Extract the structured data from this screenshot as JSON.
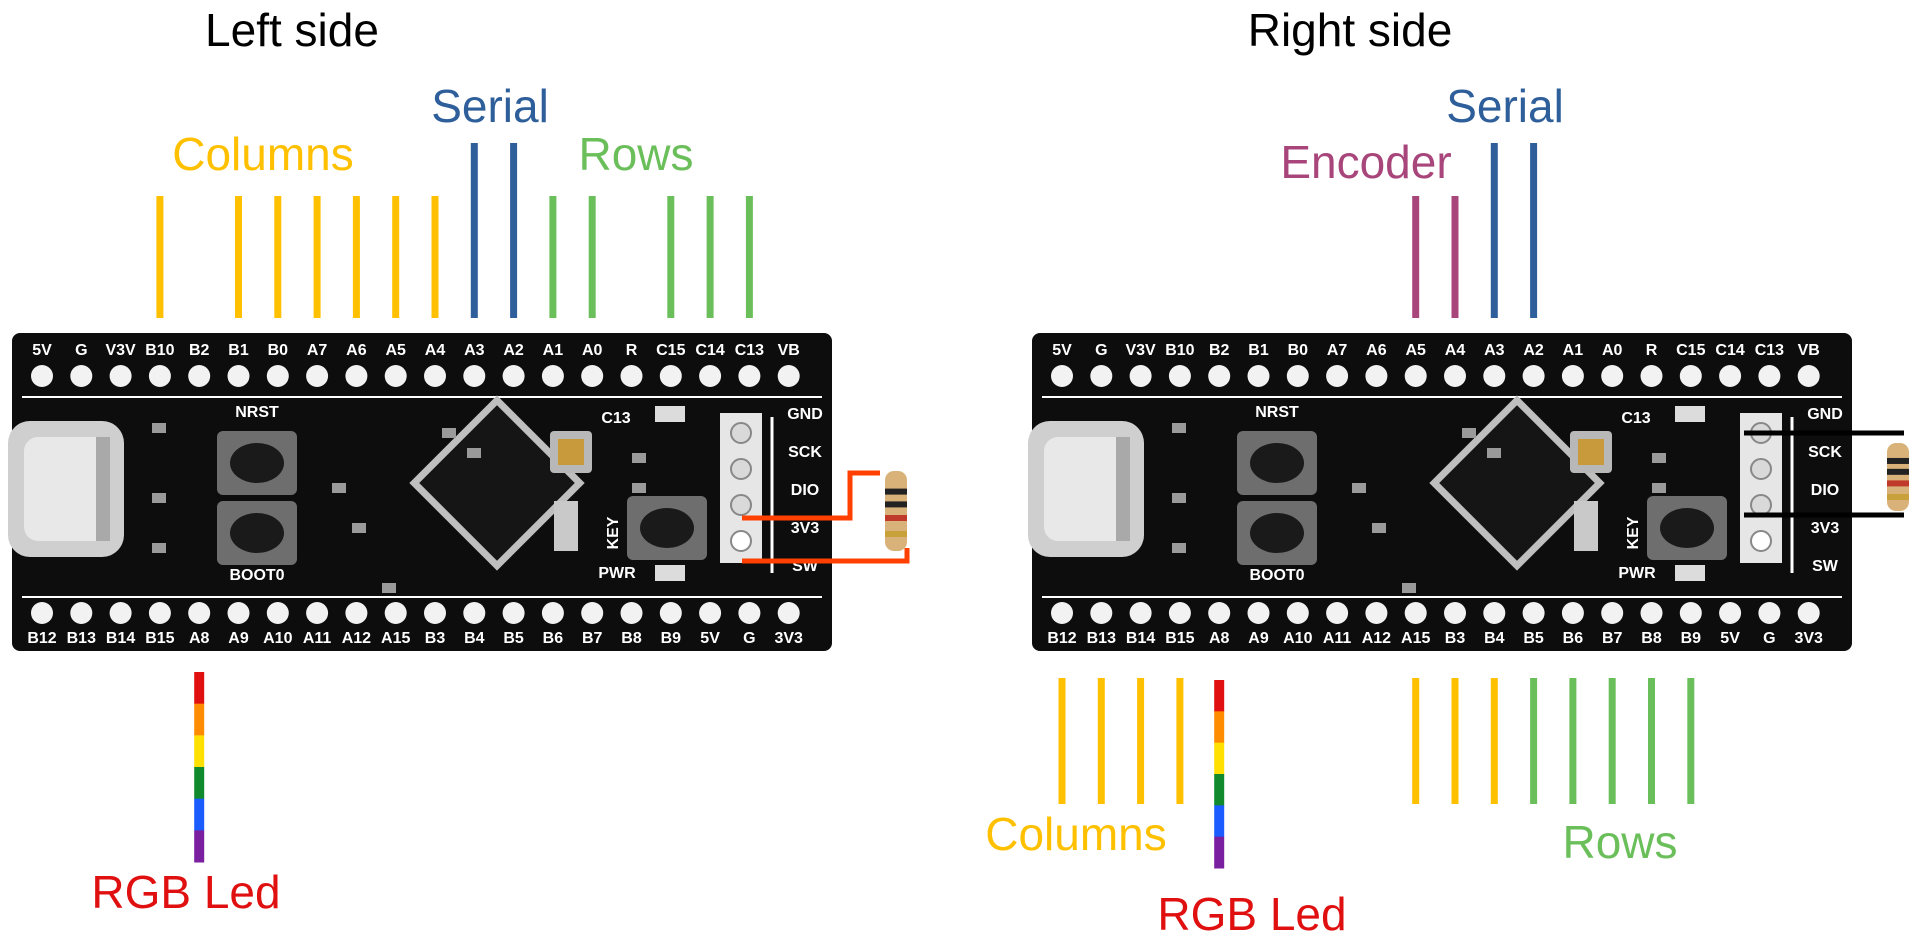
{
  "colors": {
    "columns": "#FFC000",
    "serial": "#2E5F9A",
    "rows": "#6BBF5B",
    "encoder": "#A8457A",
    "rgb_label": "#E01010",
    "board": "#0d0d0d",
    "left_wire": "#FF4000",
    "right_wire": "#000000"
  },
  "left": {
    "title": "Left side",
    "labels": {
      "columns": "Columns",
      "serial": "Serial",
      "rows": "Rows",
      "rgb": "RGB Led"
    }
  },
  "right": {
    "title": "Right side",
    "labels": {
      "columns": "Columns",
      "serial": "Serial",
      "rows": "Rows",
      "rgb": "RGB Led",
      "encoder": "Encoder"
    }
  },
  "board": {
    "top_pins": [
      "5V",
      "G",
      "V3V",
      "B10",
      "B2",
      "B1",
      "B0",
      "A7",
      "A6",
      "A5",
      "A4",
      "A3",
      "A2",
      "A1",
      "A0",
      "R",
      "C15",
      "C14",
      "C13",
      "VB"
    ],
    "bottom_pins": [
      "B12",
      "B13",
      "B14",
      "B15",
      "A8",
      "A9",
      "A10",
      "A11",
      "A12",
      "A15",
      "B3",
      "B4",
      "B5",
      "B6",
      "B7",
      "B8",
      "B9",
      "5V",
      "G",
      "3V3"
    ],
    "swd_labels": [
      "GND",
      "SCK",
      "DIO",
      "3V3",
      "SW"
    ],
    "button_labels": {
      "nrst": "NRST",
      "boot0": "BOOT0",
      "key": "KEY",
      "pwr": "PWR",
      "c13": "C13"
    }
  },
  "rainbow": [
    "#E01010",
    "#FF8C00",
    "#FFE000",
    "#118A2E",
    "#1A5CFF",
    "#7A1FA0"
  ]
}
